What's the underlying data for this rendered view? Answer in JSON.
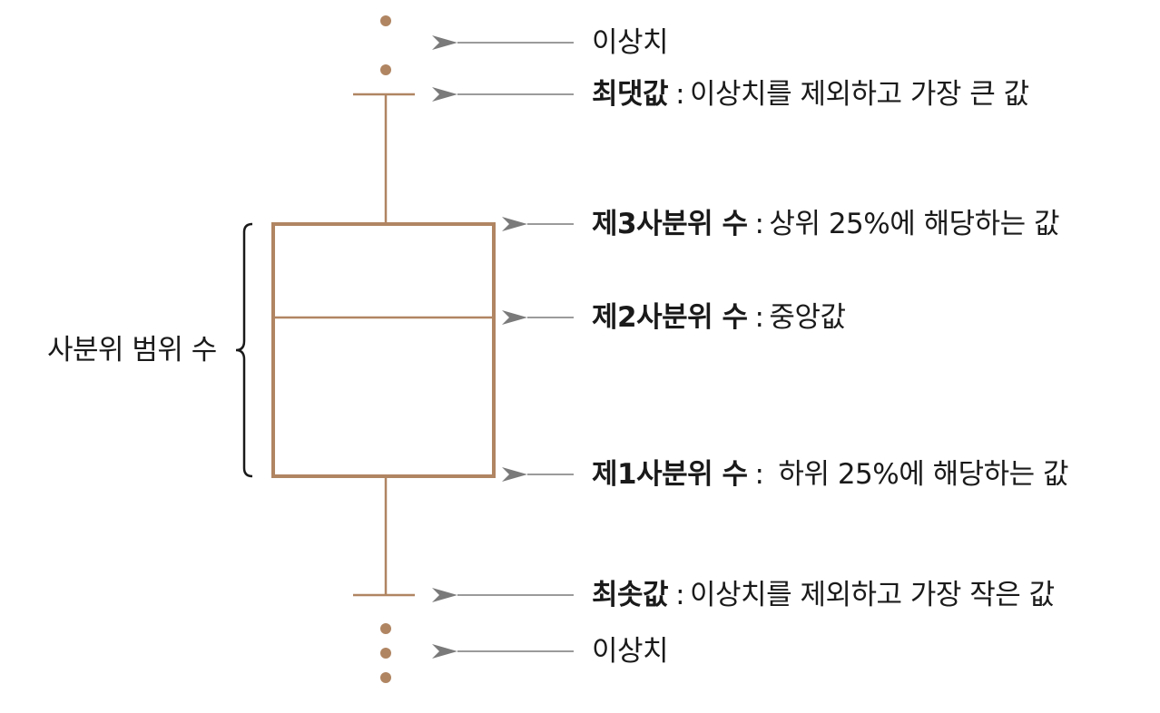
{
  "colors": {
    "box": "#b08562",
    "arrow": "#7a7a7a",
    "text": "#1a1a1a"
  },
  "labels": {
    "outlier_top": "이상치",
    "max": {
      "term": "최댓값",
      "separator": ":",
      "desc": "이상치를 제외하고 가장 큰 값"
    },
    "q3": {
      "term": "제3사분위 수",
      "separator": ":",
      "desc": "상위 25%에 해당하는 값"
    },
    "q2": {
      "term": "제2사분위 수",
      "separator": ":",
      "desc": "중앙값"
    },
    "q1": {
      "term": "제1사분위 수",
      "separator": ":",
      "desc": "하위 25%에 해당하는 값"
    },
    "min": {
      "term": "최솟값",
      "separator": ":",
      "desc": "이상치를 제외하고 가장 작은 값"
    },
    "outlier_bottom": "이상치",
    "iqr": "사분위 범위 수"
  }
}
